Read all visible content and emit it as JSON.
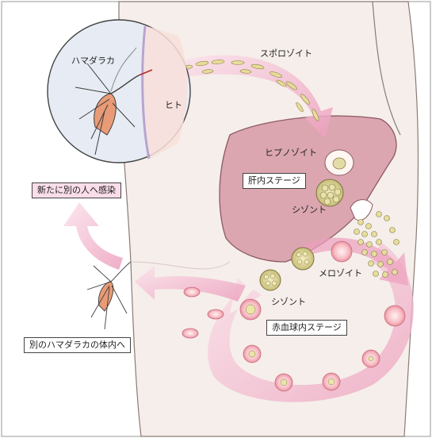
{
  "labels": {
    "mosquito": "ハマダラカ",
    "human": "ヒト",
    "sporozoite": "スポロゾイト",
    "hypnozoite": "ヒプノゾイト",
    "liver_stage": "肝内ステージ",
    "schizont_liver": "シゾント",
    "merozoite": "メロゾイト",
    "schizont_blood": "シゾント",
    "blood_stage": "赤血球内ステージ",
    "new_infection": "新たに別の人へ感染",
    "to_mosquito": "別のハマダラカの体内へ"
  },
  "colors": {
    "skin": "#f5ece7",
    "liver": "#d9a3ad",
    "arrow_pink": "#f0b7cc",
    "rbc": "#f4a8b4",
    "parasite": "#d9cf8a"
  }
}
